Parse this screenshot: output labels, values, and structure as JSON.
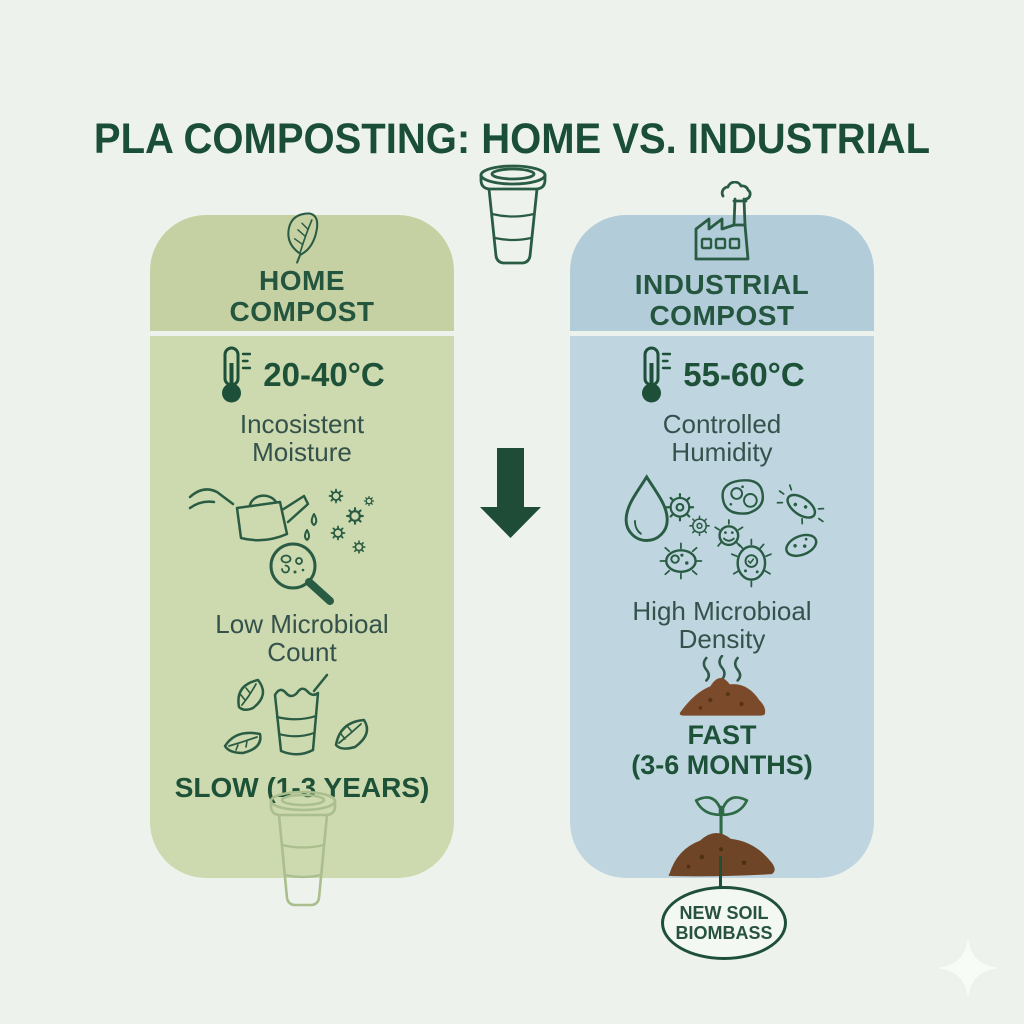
{
  "title": "PLA COMPOSTING: HOME VS. INDUSTRIAL",
  "home": {
    "name_line1": "HOME",
    "name_line2": "COMPOST",
    "temperature": "20-40°C",
    "moisture_line1": "Incosistent",
    "moisture_line2": "Moisture",
    "microbial_line1": "Low Microbioal",
    "microbial_line2": "Count",
    "speed": "SLOW (1-3 YEARS)"
  },
  "industrial": {
    "name_line1": "INDUSTRIAL",
    "name_line2": "COMPOST",
    "temperature": "55-60°C",
    "humidity_line1": "Controlled",
    "humidity_line2": "Humidity",
    "microbial_line1": "High Microbioal",
    "microbial_line2": "Density",
    "speed_line1": "FAST",
    "speed_line2": "(3-6 MONTHS)",
    "result_line1": "NEW SOIL",
    "result_line2": "BIOMBASS"
  },
  "icons": {
    "center": "pla-cup-icon",
    "home_header": "leaf-icon",
    "industrial_header": "factory-icon",
    "temperature": "thermometer-icon",
    "home_middle": "watering-can-magnifier-microbes-icon",
    "home_bottom": "degrading-cup-with-leaves-icon",
    "home_result": "intact-faded-cup-icon",
    "industrial_middle": "water-drop-gears-microbes-icon",
    "industrial_pile": "steaming-compost-pile-icon",
    "industrial_bottom": "sprout-in-soil-icon",
    "flow": "down-arrow-icon",
    "decoration": "sparkle-icon"
  },
  "colors": {
    "background": "#edf3ec",
    "title_green": "#1b4e38",
    "accent_green": "#1d4f39",
    "icon_outline_green": "#2a5c44",
    "home_header": "#c6d1a3",
    "home_body": "#cdd9ae",
    "industrial_header": "#b2ccd9",
    "industrial_body": "#bfd6e1",
    "body_text": "#34524b",
    "compost_brown": "#7b4a2b",
    "soil_brown": "#6f4527",
    "faded_cup_outline": "#abbe8e",
    "oval_fill": "#f3f8f2"
  }
}
